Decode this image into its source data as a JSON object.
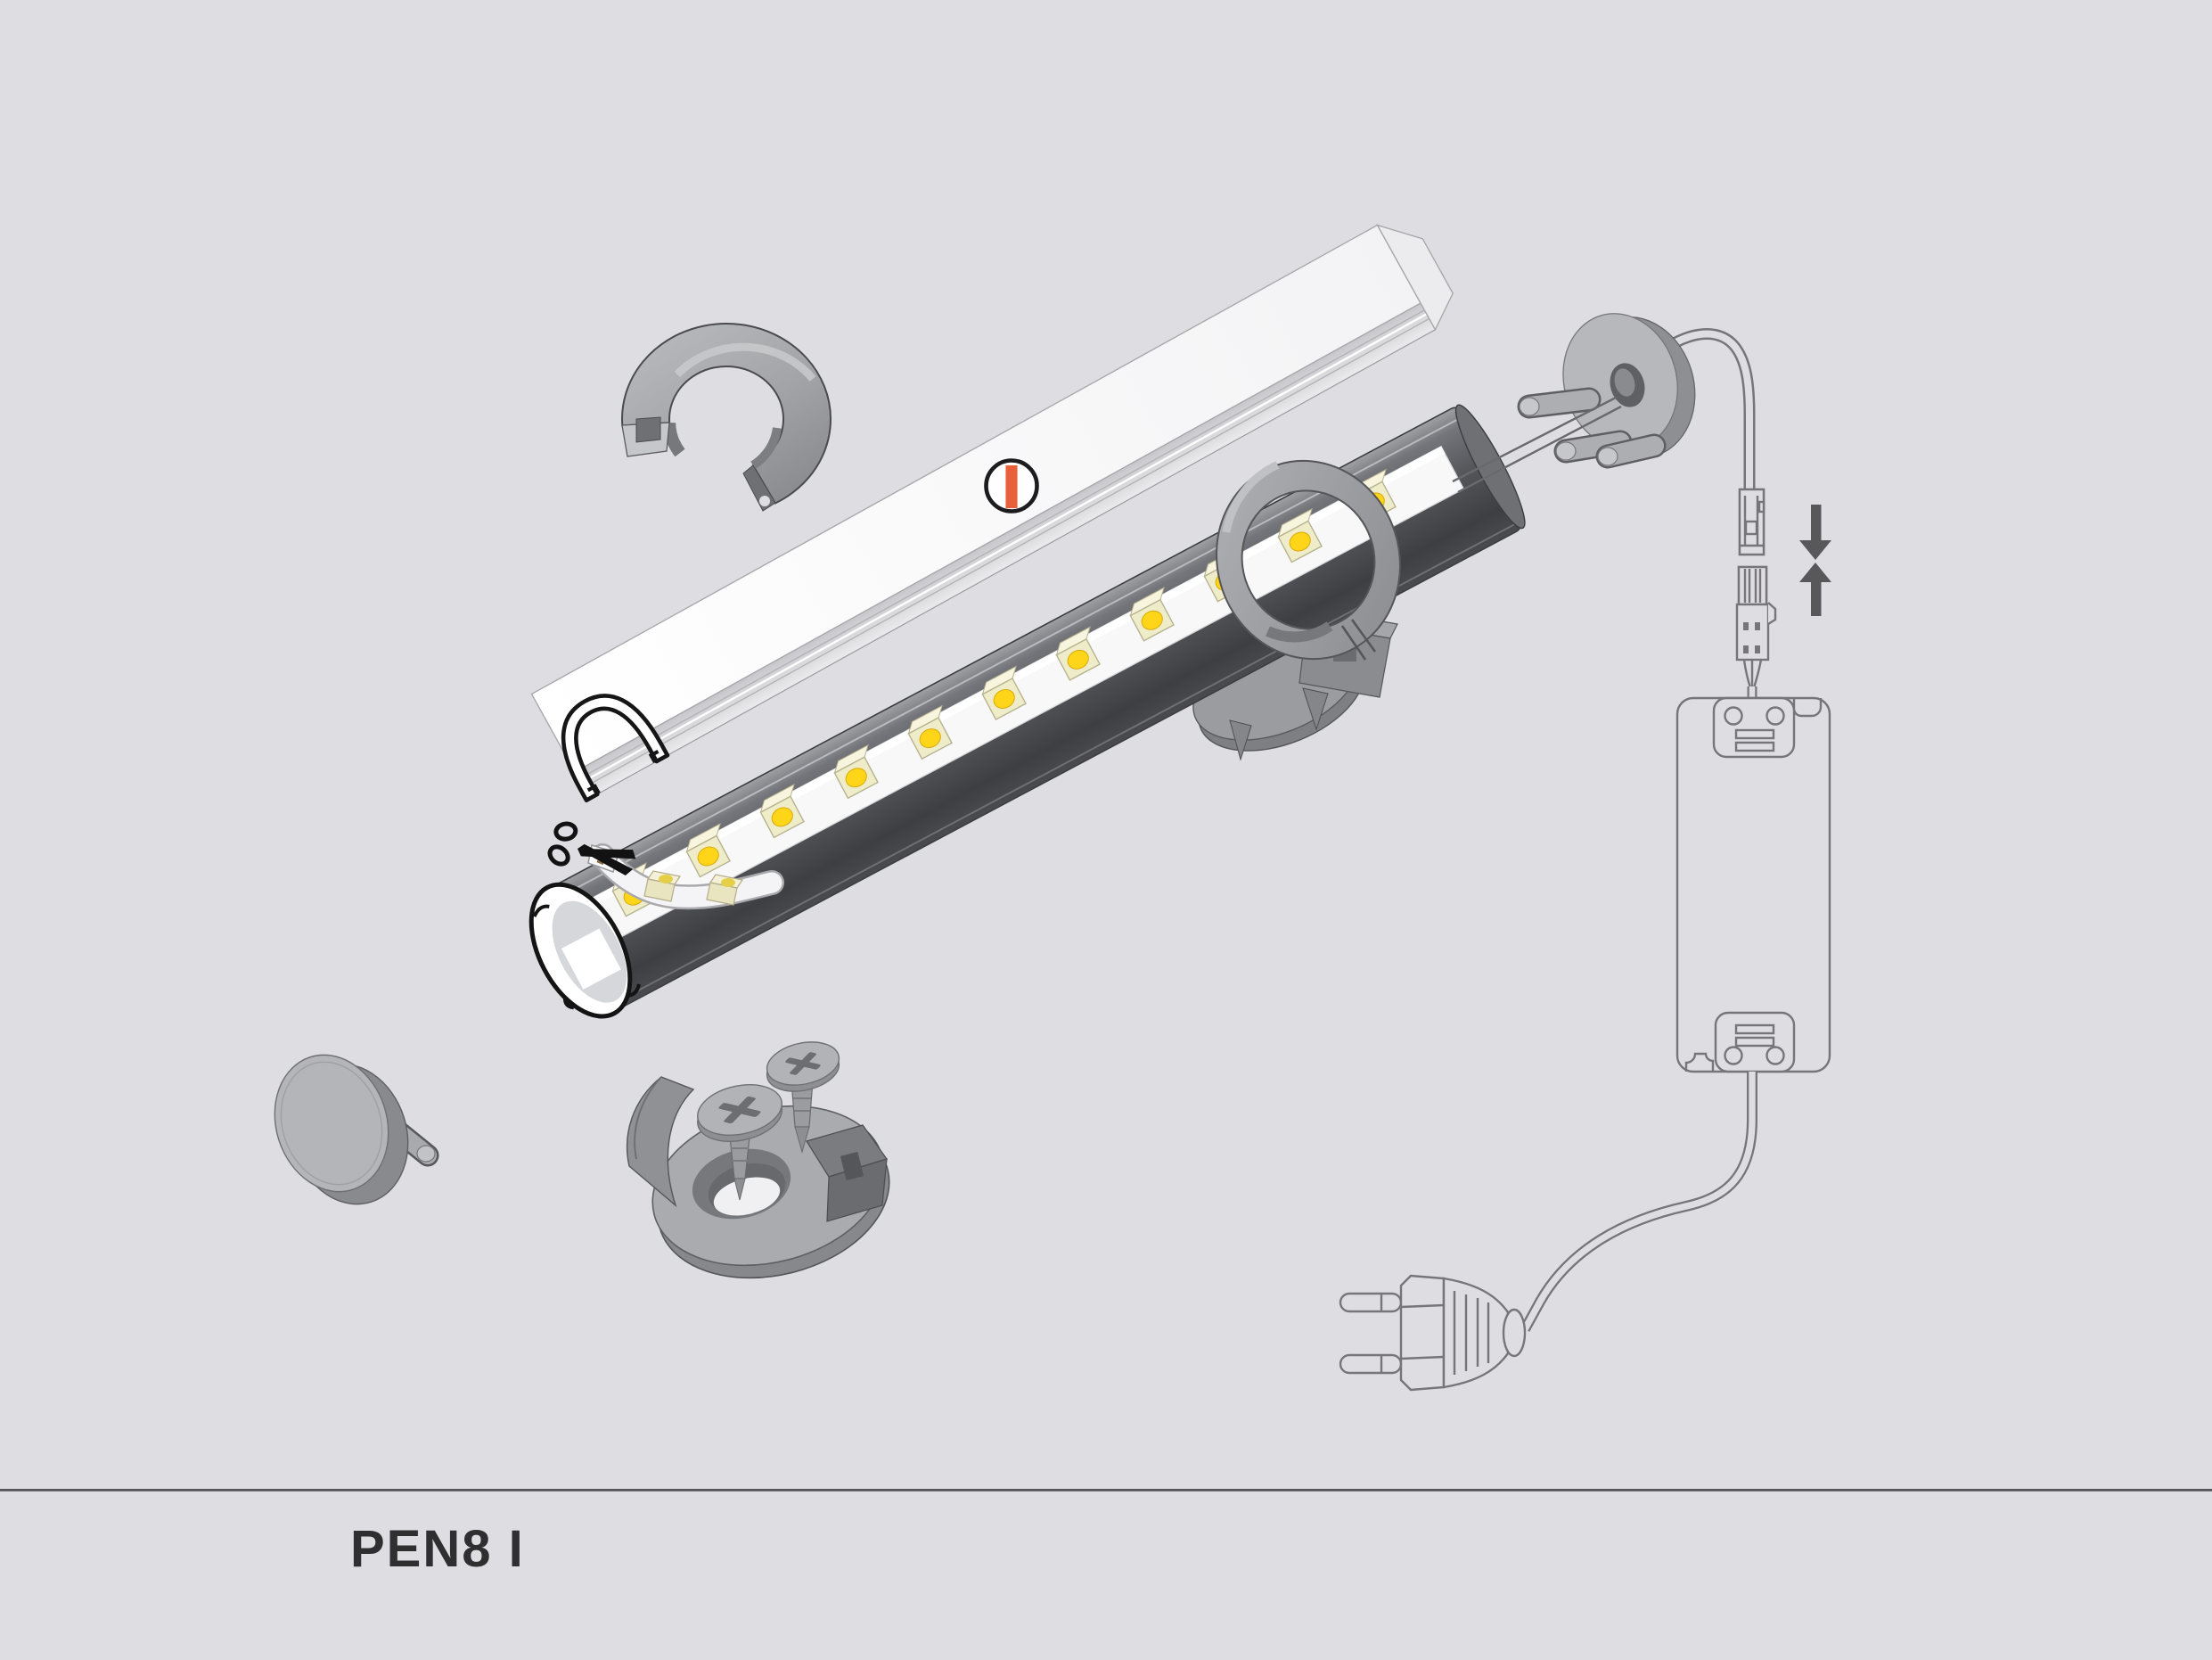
{
  "page": {
    "background_color": "#dedde1"
  },
  "footer": {
    "product_code": "PEN8 I",
    "text_color": "#2f2f31",
    "divider_color": "#55555a"
  },
  "marker": {
    "label": "I",
    "accent_color": "#e8603a",
    "ring_color": "#1c1c1e",
    "fill_color": "#fefefe"
  },
  "led_strip": {
    "visible_led_count": 11,
    "led_color": "#ffd51a",
    "board_color": "#efecca",
    "strip_color": "#f8f8f9"
  },
  "colors": {
    "profile_dark_gray": "#57585c",
    "metal_light": "#b4b5b8",
    "metal_mid": "#97989b",
    "line_art_stroke": "#76767a",
    "arrow_gray": "#58585b",
    "cross_section_outline": "#161616"
  },
  "icons": [
    {
      "name": "scissors-icon"
    },
    {
      "name": "press-together-arrows-icon"
    }
  ],
  "components": [
    {
      "name": "mounting-clip"
    },
    {
      "name": "diffuser-cover"
    },
    {
      "name": "marker-badge"
    },
    {
      "name": "aluminium-profile"
    },
    {
      "name": "profile-cross-section"
    },
    {
      "name": "led-strip"
    },
    {
      "name": "peeled-led-strip-end"
    },
    {
      "name": "ring-clip"
    },
    {
      "name": "clip-mounting-bracket"
    },
    {
      "name": "cable-end-cap"
    },
    {
      "name": "connection-wires"
    },
    {
      "name": "power-cable"
    },
    {
      "name": "connector-male"
    },
    {
      "name": "connector-female"
    },
    {
      "name": "power-supply"
    },
    {
      "name": "mains-plug"
    },
    {
      "name": "end-cap"
    },
    {
      "name": "surface-mounting-bracket"
    },
    {
      "name": "mounting-screws"
    }
  ]
}
